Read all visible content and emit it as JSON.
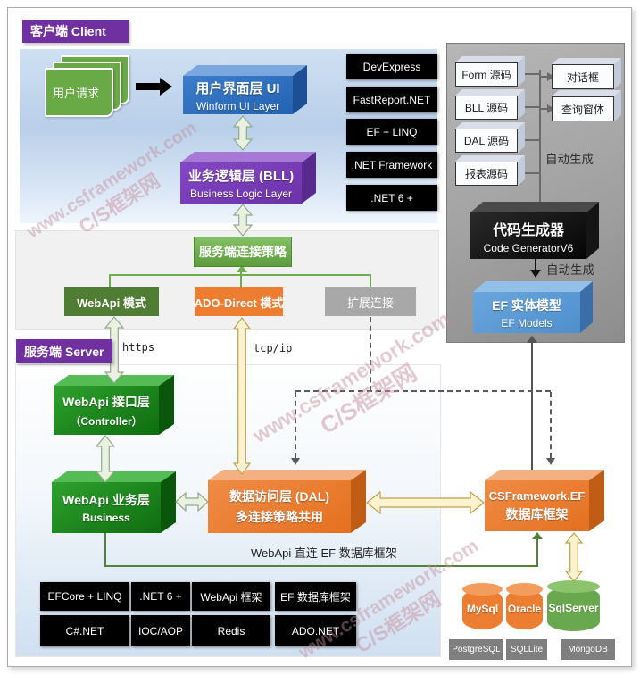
{
  "watermark": {
    "line1": "www.csframework.com",
    "line2": "C/S框架网"
  },
  "client": {
    "header": "客户端 Client",
    "user_request": "用户请求",
    "ui_layer": {
      "title": "用户界面层 UI",
      "subtitle": "Winform UI Layer"
    },
    "bll_layer": {
      "title": "业务逻辑层 (BLL)",
      "subtitle": "Business Logic Layer"
    },
    "tech_stack": [
      "DevExpress",
      "FastReport.NET",
      "EF + LINQ",
      ".NET Framework",
      ".NET 6 +"
    ]
  },
  "connection": {
    "strategy_title": "服务端连接策略",
    "mode_webapi": "WebApi 模式",
    "mode_ado": "ADO-Direct 模式",
    "mode_ext": "扩展连接",
    "protocol_https": "https",
    "protocol_tcpip": "tcp/ip"
  },
  "server": {
    "header": "服务端 Server",
    "controller_layer": {
      "title": "WebApi 接口层",
      "subtitle": "（Controller）"
    },
    "business_layer": {
      "title": "WebApi 业务层",
      "subtitle": "Business"
    },
    "dal_layer": {
      "title": "数据访问层 (DAL)",
      "subtitle": "多连接策略共用"
    },
    "ef_framework": {
      "title": "CSFramework.EF",
      "subtitle": "数据库框架"
    },
    "direct_connect_label": "WebApi 直连 EF 数据库框架",
    "tech_stack": [
      "EFCore + LINQ",
      ".NET 6 +",
      "WebApi 框架",
      "EF 数据库框架",
      "C#.NET",
      "IOC/AOP",
      "Redis",
      "ADO.NET"
    ]
  },
  "generator": {
    "sources": [
      "Form 源码",
      "BLL 源码",
      "DAL 源码",
      "报表源码"
    ],
    "outputs": [
      "对话框",
      "查询窗体"
    ],
    "auto_generate": "自动生成",
    "code_generator": {
      "title": "代码生成器",
      "subtitle": "Code GeneratorV6"
    },
    "ef_models": {
      "title": "EF 实体模型",
      "subtitle": "EF Models"
    }
  },
  "databases": {
    "mysql": "MySql",
    "oracle": "Oracle",
    "sqlserver": "SqlServer",
    "others": [
      "PostgreSQL",
      "SQLLite",
      "MongoDB"
    ]
  }
}
